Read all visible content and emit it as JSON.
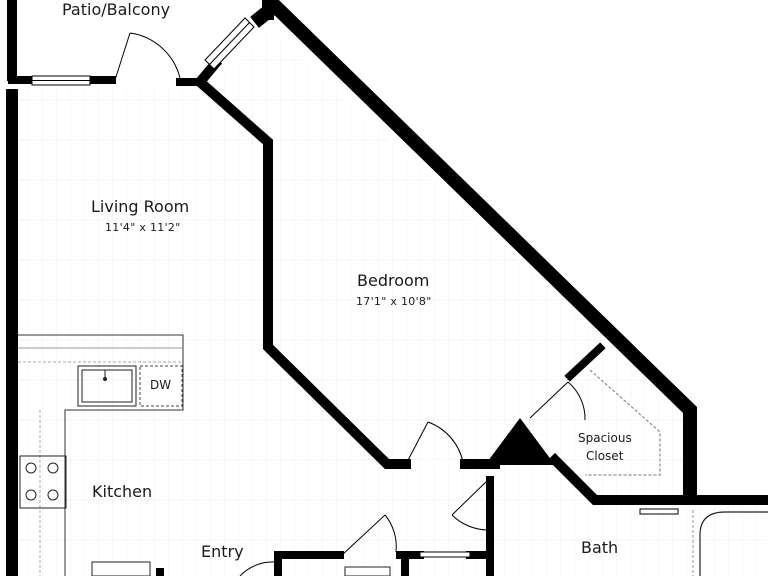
{
  "plan": {
    "rooms": [
      {
        "key": "patio",
        "name": "Patio/Balcony",
        "dimensions": ""
      },
      {
        "key": "living",
        "name": "Living Room",
        "dimensions": "11'4\" x 11'2\""
      },
      {
        "key": "bedroom",
        "name": "Bedroom",
        "dimensions": "17'1\" x 10'8\""
      },
      {
        "key": "kitchen",
        "name": "Kitchen",
        "dimensions": ""
      },
      {
        "key": "entry",
        "name": "Entry",
        "dimensions": ""
      },
      {
        "key": "bath",
        "name": "Bath",
        "dimensions": ""
      }
    ],
    "closet": {
      "line1": "Spacious",
      "line2": "Closet"
    },
    "appliance": {
      "dishwasher": "DW"
    }
  }
}
